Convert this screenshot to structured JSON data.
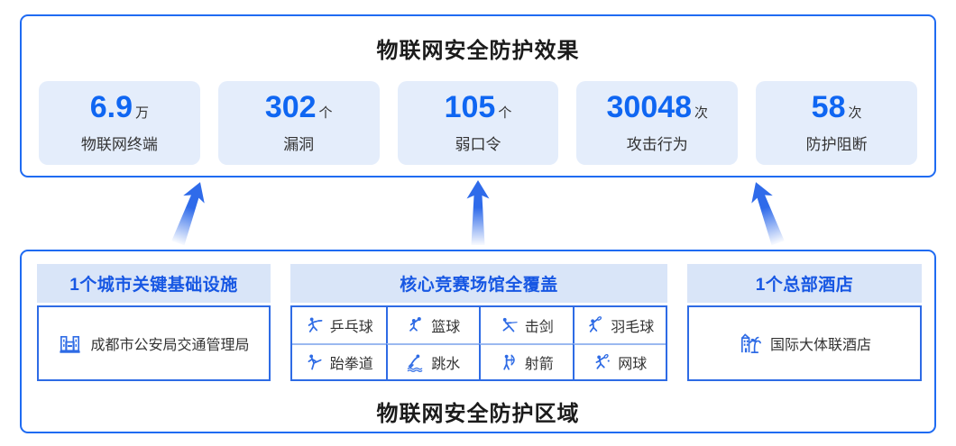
{
  "colors": {
    "primary_blue": "#0f66f2",
    "panel_border": "#1f6bf2",
    "stat_card_bg": "#e4edfb",
    "zone_header_bg": "#d9e5f8",
    "zone_header_text": "#1757e3",
    "icon_blue": "#2e6be5",
    "dark_text": "#333333",
    "arrow_blue": "#2f6bea"
  },
  "top_panel": {
    "title": "物联网安全防护效果",
    "stats": [
      {
        "value": "6.9",
        "unit": "万",
        "label": "物联网终端"
      },
      {
        "value": "302",
        "unit": "个",
        "label": "漏洞"
      },
      {
        "value": "105",
        "unit": "个",
        "label": "弱口令"
      },
      {
        "value": "30048",
        "unit": "次",
        "label": "攻击行为"
      },
      {
        "value": "58",
        "unit": "次",
        "label": "防护阻断"
      }
    ]
  },
  "bottom_panel": {
    "title": "物联网安全防护区域",
    "zones": [
      {
        "header": "1个城市关键基础设施",
        "item": {
          "icon": "government-building-icon",
          "label": "成都市公安局交通管理局"
        }
      },
      {
        "header": "核心竞赛场馆全覆盖",
        "sports": [
          {
            "icon": "table-tennis-icon",
            "label": "乒乓球"
          },
          {
            "icon": "basketball-icon",
            "label": "篮球"
          },
          {
            "icon": "fencing-icon",
            "label": "击剑"
          },
          {
            "icon": "badminton-icon",
            "label": "羽毛球"
          },
          {
            "icon": "taekwondo-icon",
            "label": "跆拳道"
          },
          {
            "icon": "diving-icon",
            "label": "跳水"
          },
          {
            "icon": "archery-icon",
            "label": "射箭"
          },
          {
            "icon": "tennis-icon",
            "label": "网球"
          }
        ]
      },
      {
        "header": "1个总部酒店",
        "item": {
          "icon": "hotel-icon",
          "label": "国际大体联酒店"
        }
      }
    ]
  }
}
